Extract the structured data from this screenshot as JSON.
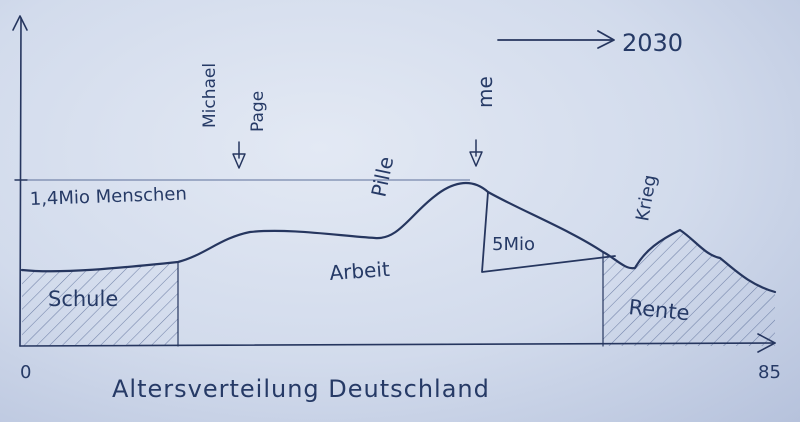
{
  "arrow_label": "2030",
  "labels": {
    "population_line": "1,4Mio Menschen",
    "michael": "Michael",
    "page": "Page",
    "pille": "Pille",
    "me": "me",
    "mio5": "5Mio",
    "krieg": "Krieg",
    "schule": "Schule",
    "arbeit": "Arbeit",
    "rente": "Rente"
  },
  "axis": {
    "x_start": "0",
    "x_end": "85",
    "title": "Altersverteilung Deutschland"
  },
  "colors": {
    "paper": "#d4dcec",
    "ink": "#26365f",
    "hatch": "#5a6c98"
  }
}
